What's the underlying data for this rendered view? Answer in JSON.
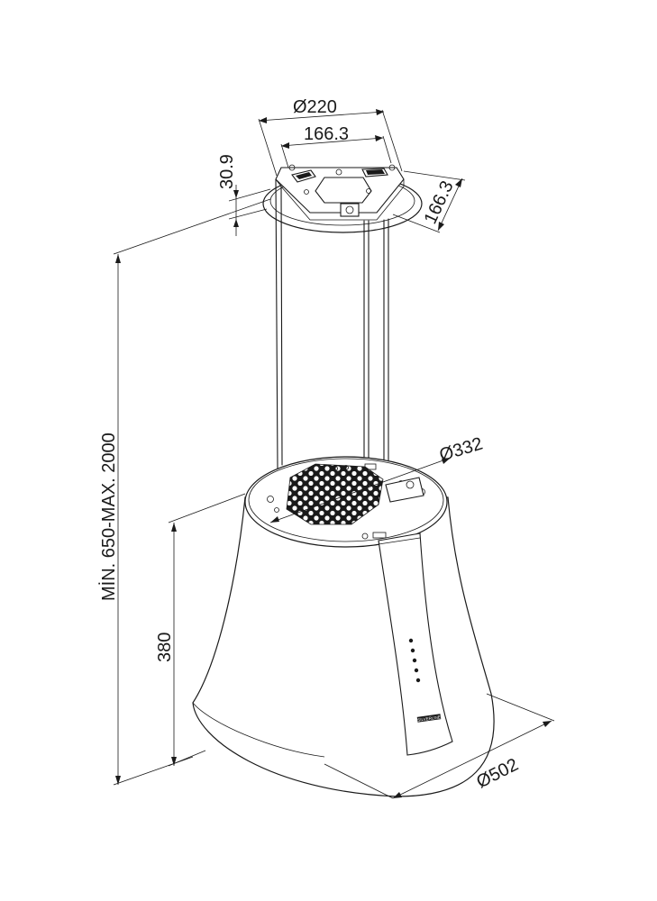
{
  "dimensions": {
    "top_collar_diameter": "Ø220",
    "top_plate_width": "166.3",
    "top_plate_depth": "166.3",
    "collar_height": "30.9",
    "suspension_range": "MİN. 650-MAX. 2000",
    "hood_height": "380",
    "top_surface_diameter": "Ø332",
    "base_diameter": "Ø502"
  },
  "product": {
    "brand_label": "SILVERLINE"
  },
  "icons": [
    "dimension-arrow-icon",
    "control-button-icon"
  ]
}
